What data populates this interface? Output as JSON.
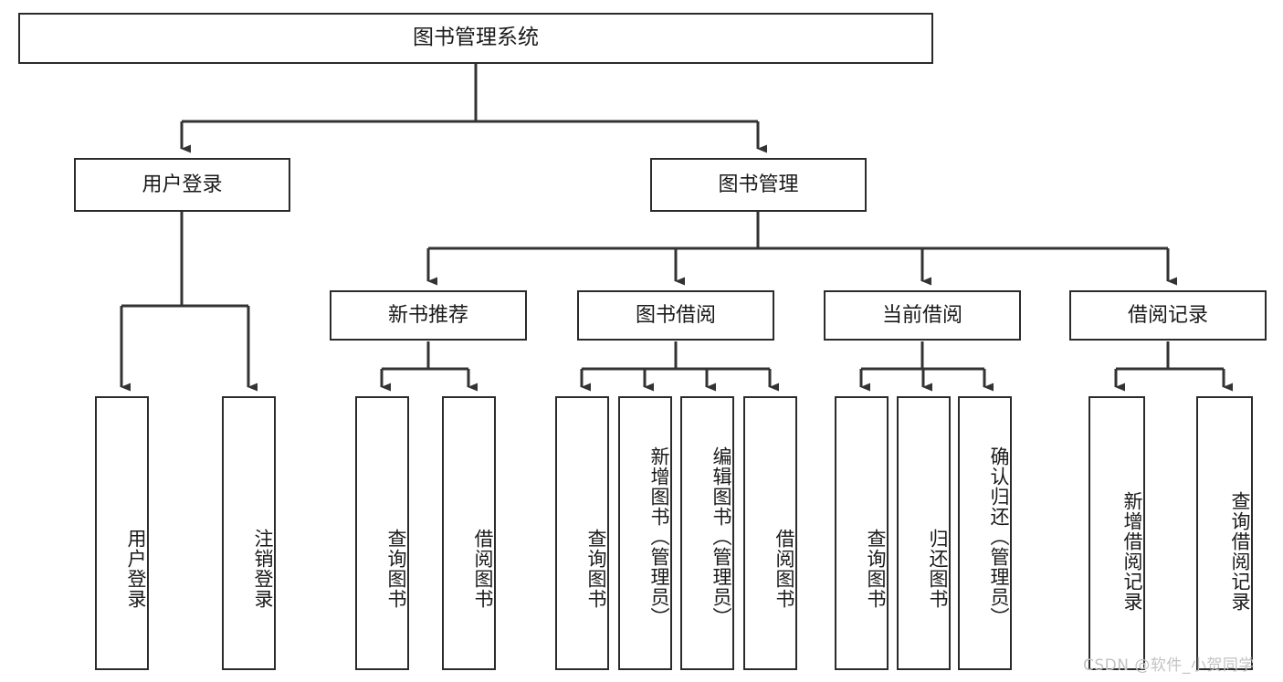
{
  "diagram": {
    "title": "图书管理系统",
    "watermark": "CSDN @软件_小贺同学",
    "colors": {
      "box_border": "#2b2b2b",
      "connector": "#333333",
      "background": "#ffffff",
      "text": "#1a1a1a",
      "watermark": "#c3c3c3"
    },
    "root": {
      "id": "root",
      "label": "图书管理系统"
    },
    "level2": [
      {
        "id": "user-login",
        "label": "用户登录"
      },
      {
        "id": "book-management",
        "label": "图书管理"
      }
    ],
    "level3": [
      {
        "id": "new-book-recommend",
        "label": "新书推荐",
        "parent": "book-management"
      },
      {
        "id": "book-borrow",
        "label": "图书借阅",
        "parent": "book-management"
      },
      {
        "id": "current-borrow",
        "label": "当前借阅",
        "parent": "book-management"
      },
      {
        "id": "borrow-record",
        "label": "借阅记录",
        "parent": "book-management"
      }
    ],
    "leaves": {
      "user-login": [
        {
          "id": "leaf-user-login",
          "label": "用户登录"
        },
        {
          "id": "leaf-logout",
          "label": "注销登录"
        }
      ],
      "new-book-recommend": [
        {
          "id": "leaf-query-book-1",
          "label": "查询图书"
        },
        {
          "id": "leaf-borrow-book-1",
          "label": "借阅图书"
        }
      ],
      "book-borrow": [
        {
          "id": "leaf-query-book-2",
          "label": "查询图书"
        },
        {
          "id": "leaf-add-book",
          "label": "新增图书（管理员）"
        },
        {
          "id": "leaf-edit-book",
          "label": "编辑图书（管理员）"
        },
        {
          "id": "leaf-borrow-book-2",
          "label": "借阅图书"
        }
      ],
      "current-borrow": [
        {
          "id": "leaf-query-book-3",
          "label": "查询图书"
        },
        {
          "id": "leaf-return-book",
          "label": "归还图书"
        },
        {
          "id": "leaf-confirm-return",
          "label": "确认归还（管理员）"
        }
      ],
      "borrow-record": [
        {
          "id": "leaf-add-record",
          "label": "新增借阅记录"
        },
        {
          "id": "leaf-query-record",
          "label": "查询借阅记录"
        }
      ]
    }
  }
}
